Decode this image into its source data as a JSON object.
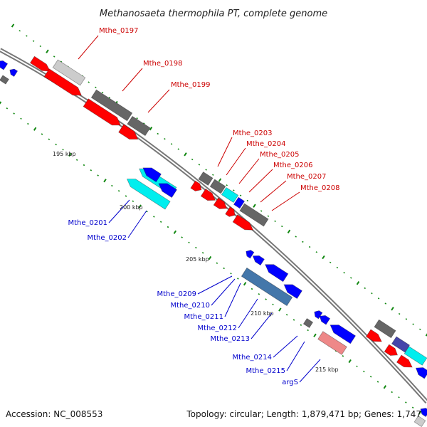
{
  "title": "Methanosaeta thermophila PT, complete genome",
  "accession": "Accession: NC_008553",
  "topology": "Topology: circular; Length: 1,879,471 bp; Genes: 1,747",
  "colors": {
    "forward_gene": "#ff0000",
    "reverse_gene": "#0000ff",
    "pseudo_gene": "#666666",
    "label_forward": "#cc0000",
    "label_reverse": "#0000cc",
    "backbone": "#888888",
    "tick": "#118811",
    "highlight_cyan": "#00eeee",
    "highlight_steel": "#4477aa",
    "highlight_pink": "#ee8888",
    "highlight_lightgray": "#cccccc"
  },
  "kbp_labels": [
    "195 kbp",
    "200 kbp",
    "205 kbp",
    "210 kbp",
    "215 kbp"
  ],
  "forward_gene_labels": [
    "Mthe_0197",
    "Mthe_0198",
    "Mthe_0199",
    "Mthe_0203",
    "Mthe_0204",
    "Mthe_0205",
    "Mthe_0206",
    "Mthe_0207",
    "Mthe_0208"
  ],
  "reverse_gene_labels": [
    "Mthe_0201",
    "Mthe_0202",
    "Mthe_0209",
    "Mthe_0210",
    "Mthe_0211",
    "Mthe_0212",
    "Mthe_0213",
    "Mthe_0214",
    "Mthe_0215",
    "argS"
  ]
}
